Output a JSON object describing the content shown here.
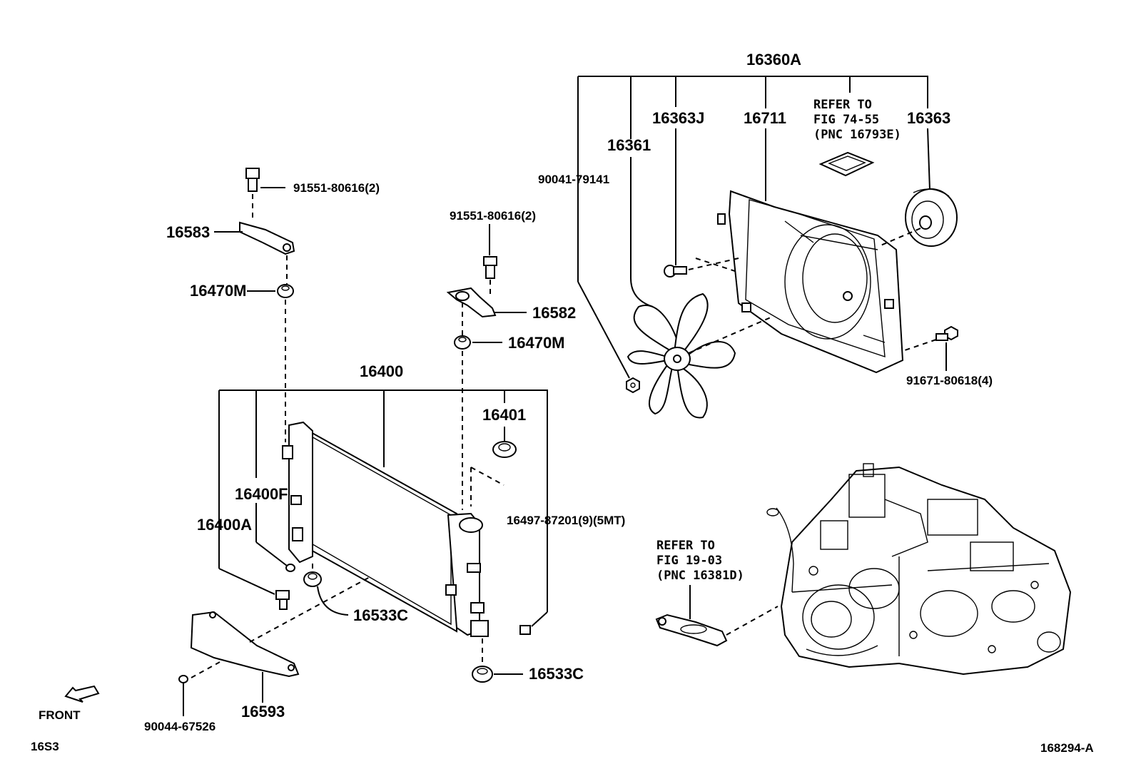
{
  "labels": {
    "p16360A": "16360A",
    "p16711": "16711",
    "p16363J": "16363J",
    "p16363": "16363",
    "p16361": "16361",
    "p90041": "90041-79141",
    "refer_a1": "REFER TO",
    "refer_a2": "FIG 74-55",
    "refer_a3": "(PNC 16793E)",
    "p91551_a": "91551-80616(2)",
    "p16583": "16583",
    "p16470M_a": "16470M",
    "p91551_b": "91551-80616(2)",
    "p16582": "16582",
    "p16470M_b": "16470M",
    "p91671": "91671-80618(4)",
    "p16400": "16400",
    "p16401": "16401",
    "p16400F": "16400F",
    "p16400A": "16400A",
    "p16497": "16497-87201(9)(5MT)",
    "p16533C_a": "16533C",
    "p16533C_b": "16533C",
    "p16593": "16593",
    "p90044": "90044-67526",
    "refer_b1": "REFER TO",
    "refer_b2": "FIG 19-03",
    "refer_b3": "(PNC 16381D)",
    "front": "FRONT",
    "section_code": "16S3",
    "figure_code": "168294-A"
  }
}
